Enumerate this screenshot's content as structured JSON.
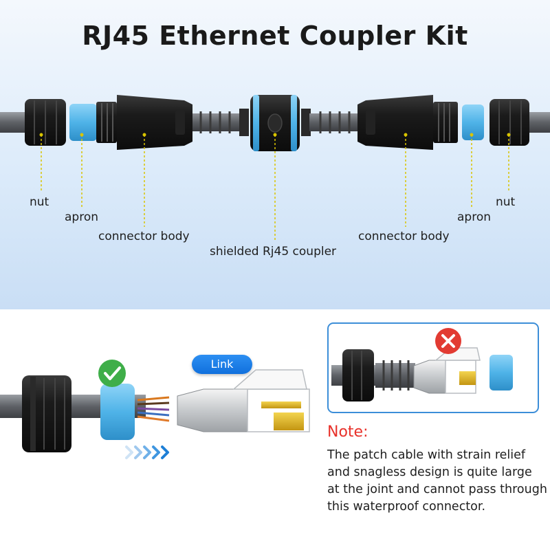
{
  "title": "RJ45 Ethernet Coupler Kit",
  "labels": {
    "nut_left": "nut",
    "apron_left": "apron",
    "connector_body_left": "connector body",
    "coupler": "shielded Rj45 coupler",
    "connector_body_right": "connector body",
    "apron_right": "apron",
    "nut_right": "nut"
  },
  "link_badge": "Link",
  "note": {
    "title": "Note:",
    "body": "The patch cable with strain relief and snagless design is quite large at the joint and cannot pass through this waterproof connector."
  },
  "colors": {
    "accent_blue": "#4fb3e8",
    "leader_yellow": "#d9c400",
    "ok_green": "#3fae49",
    "error_red": "#e23b32",
    "note_red": "#e8312a",
    "frame_blue": "#3c8ed8"
  },
  "icons": [
    "check-circle-icon",
    "error-x-icon",
    "arrow-chevrons-icon"
  ]
}
